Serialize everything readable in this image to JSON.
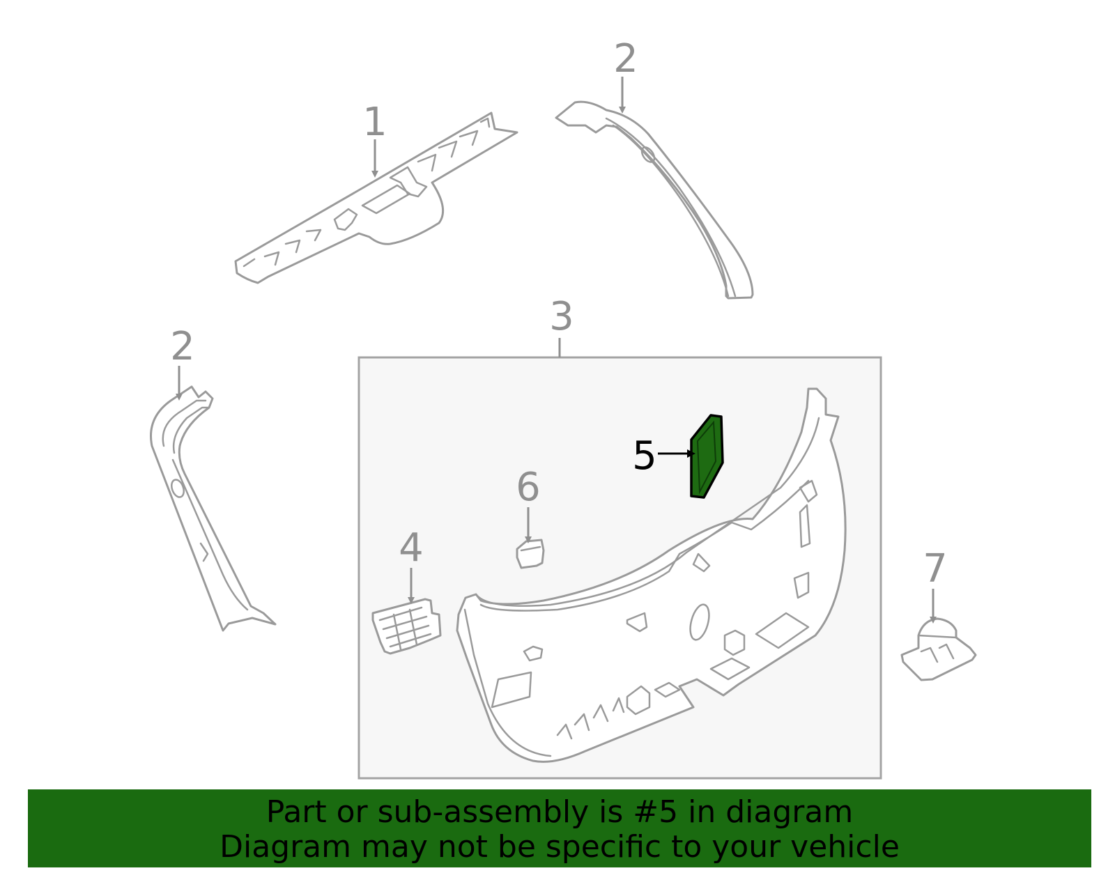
{
  "colors": {
    "line": "#9a9a9a",
    "highlight": "#1e6b12",
    "box_fill": "#f7f7f7",
    "banner_bg": "#1a6b10",
    "banner_text": "#000000"
  },
  "callouts": {
    "c1": "1",
    "c2a": "2",
    "c2b": "2",
    "c3": "3",
    "c4": "4",
    "c5": "5",
    "c6": "6",
    "c7": "7"
  },
  "highlighted_part": "5",
  "banner": {
    "line1": "Part or sub-assembly is #5 in diagram",
    "line2": "Diagram may not be specific to your vehicle"
  }
}
